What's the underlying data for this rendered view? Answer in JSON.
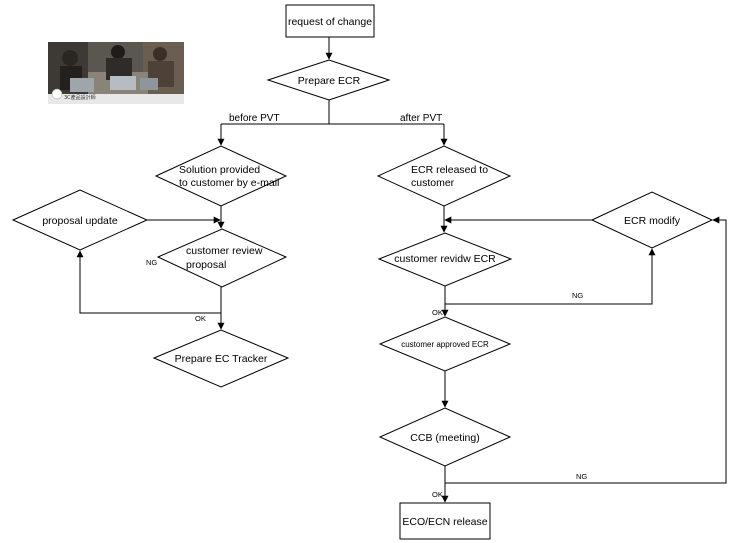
{
  "nodes": {
    "request_of_change": "request of change",
    "prepare_ecr": "Prepare ECR",
    "solution_provided": [
      "Solution provided",
      "to customer by e-mail"
    ],
    "ecr_released": [
      "ECR released to",
      "customer"
    ],
    "proposal_update": "proposal update",
    "customer_review_proposal": [
      "customer review",
      "proposal"
    ],
    "ecr_modify": "ECR modify",
    "customer_review_ecr": "customer revidw ECR",
    "prepare_ec_tracker": "Prepare EC Tracker",
    "customer_approved_ecr": "customer approved ECR",
    "ccb_meeting": "CCB (meeting)",
    "eco_ecn_release": "ECO/ECN release"
  },
  "edges": {
    "before_pvt": "before PVT",
    "after_pvt": "after PVT",
    "ng_left": "NG",
    "ok_left": "OK",
    "ng_ecr": "NG",
    "ok_ecr": "OK",
    "ng_ccb": "NG",
    "ok_ccb": "OK"
  },
  "photo_caption": "3C產品設計師"
}
